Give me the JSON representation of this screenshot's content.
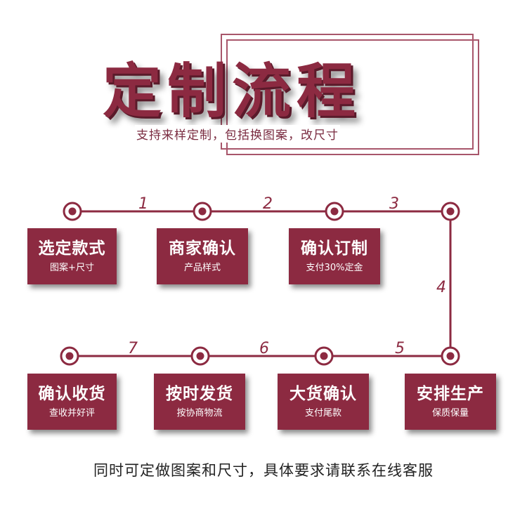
{
  "header": {
    "title": "定制流程",
    "subtitle": "支持来样定制，包括换图案，改尺寸"
  },
  "steps": [
    {
      "number": "1",
      "title": "选定款式",
      "detail": "图案+尺寸"
    },
    {
      "number": "2",
      "title": "商家确认",
      "detail": "产品样式"
    },
    {
      "number": "3",
      "title": "确认订制",
      "detail": "支付30%定金"
    },
    {
      "number": "4",
      "title": "安排生产",
      "detail": "保质保量"
    },
    {
      "number": "5",
      "title": "大货确认",
      "detail": "支付尾款"
    },
    {
      "number": "6",
      "title": "按时发货",
      "detail": "按协商物流"
    },
    {
      "number": "7",
      "title": "确认收货",
      "detail": "查收并好评"
    }
  ],
  "footer": {
    "text": "同时可定做图案和尺寸，具体要求请联系在线客服"
  },
  "colors": {
    "accent": "#8c2a41",
    "frame": "#a8566b"
  }
}
